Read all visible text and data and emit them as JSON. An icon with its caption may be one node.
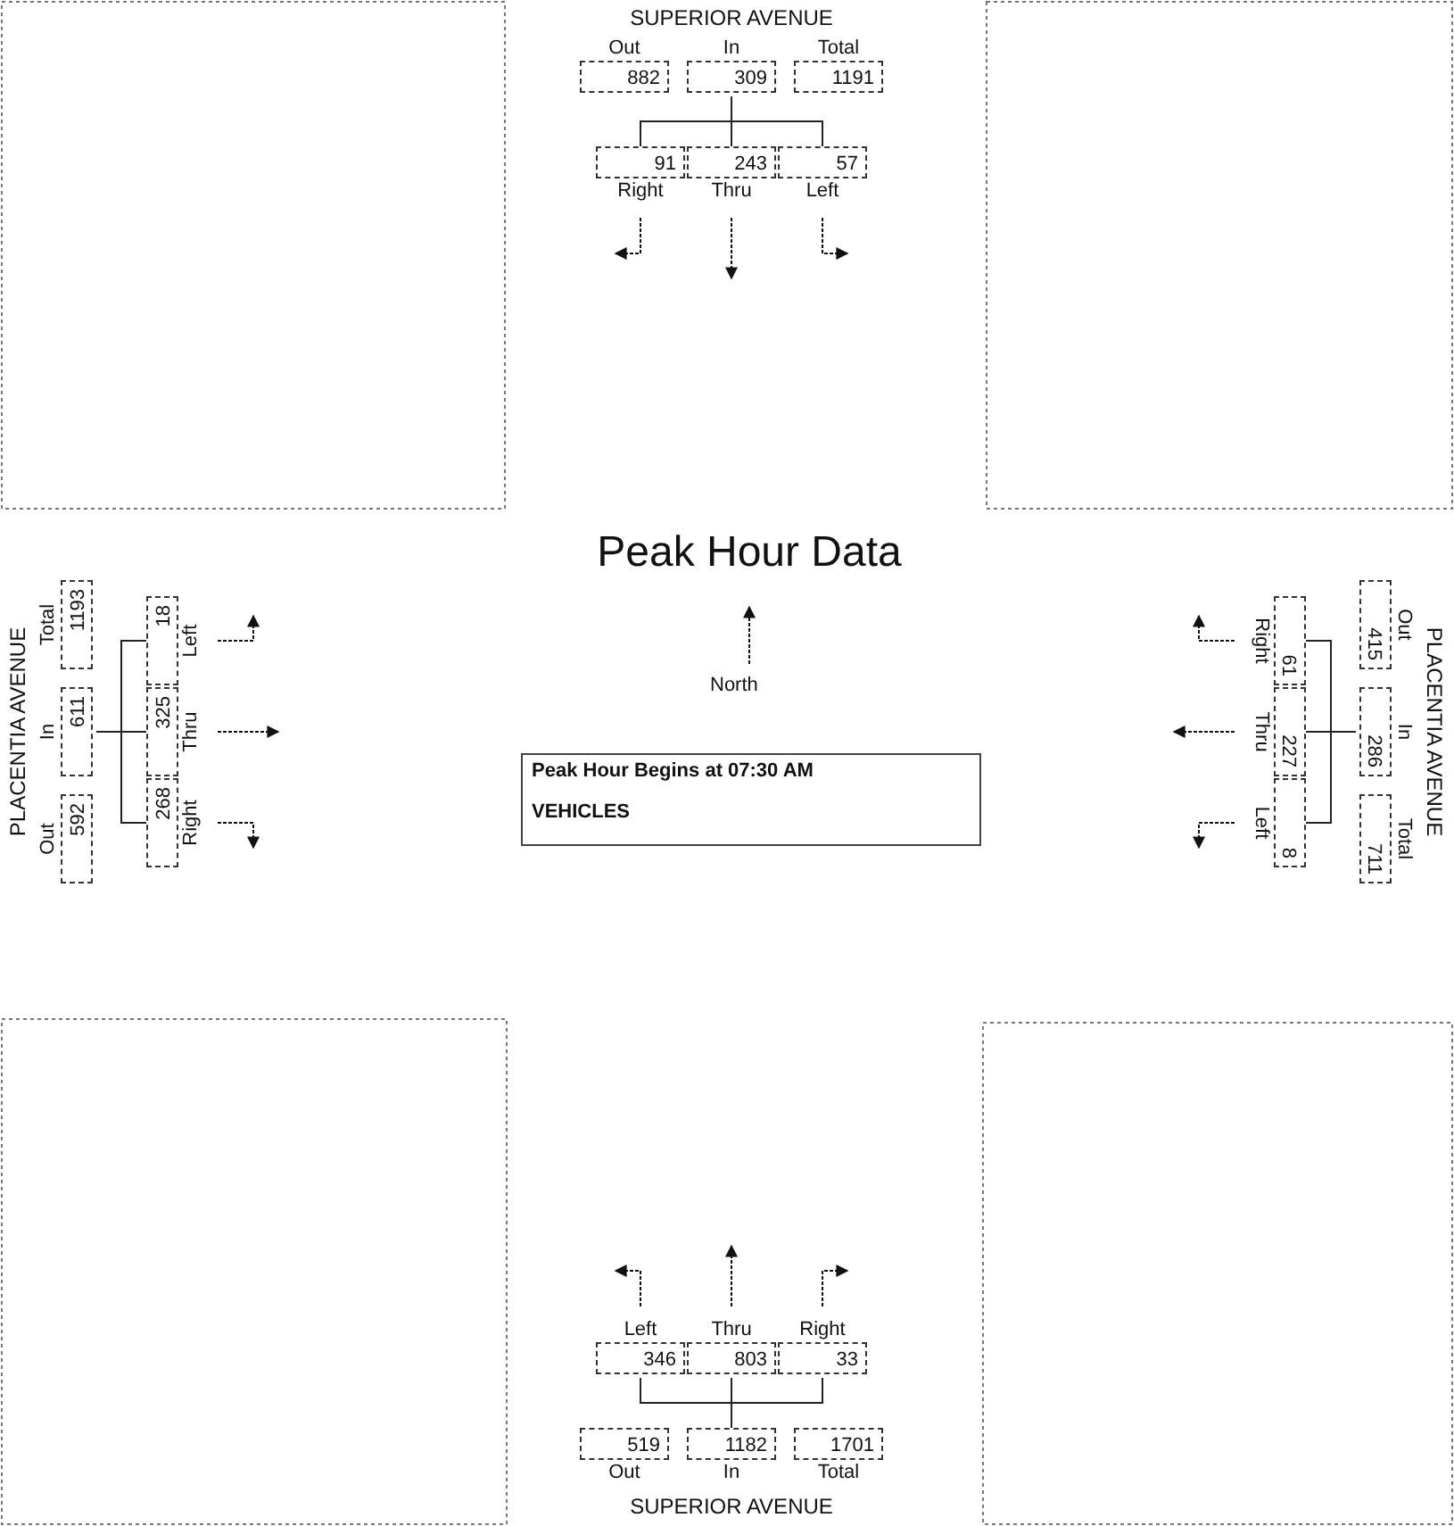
{
  "diagram": {
    "title": "Peak Hour Data",
    "nodes": [
      {
        "text": [
          "Out",
          "882"
        ]
      },
      {
        "text": [
          "In",
          "309"
        ]
      },
      {
        "text": [
          "Total",
          "1191"
        ]
      },
      {
        "text": [
          "91",
          "Right"
        ]
      },
      {
        "text": [
          "243",
          "Thru"
        ]
      },
      {
        "text": [
          "57",
          "Left"
        ]
      },
      {
        "text": [
          "Out",
          "592"
        ]
      },
      {
        "text": [
          "In",
          "611"
        ]
      },
      {
        "text": [
          "Total",
          "1193"
        ]
      },
      {
        "text": [
          "268",
          "Right"
        ]
      },
      {
        "text": [
          "325",
          "Thru"
        ]
      },
      {
        "text": [
          "18",
          "Left"
        ]
      },
      {
        "text": [
          "Peak Hour Begins at 07:30 AM",
          "VEHICLES"
        ]
      },
      {
        "text": [
          "Out",
          "415"
        ]
      },
      {
        "text": [
          "In",
          "286"
        ]
      },
      {
        "text": [
          "Total",
          "711"
        ]
      },
      {
        "text": [
          "61",
          "Right"
        ]
      },
      {
        "text": [
          "227",
          "Thru"
        ]
      },
      {
        "text": [
          "8",
          "Left"
        ]
      },
      {
        "text": [
          "519",
          "Out"
        ]
      },
      {
        "text": [
          "1182",
          "In"
        ]
      },
      {
        "text": [
          "1701",
          "Total"
        ]
      },
      {
        "text": [
          "Left",
          "346"
        ]
      },
      {
        "text": [
          "Thru",
          "803"
        ]
      },
      {
        "text": [
          "Right",
          "33"
        ]
      }
    ],
    "edges": [
      {
        "from": 1,
        "to": 3,
        "arrow": "none"
      },
      {
        "from": 1,
        "to": 4,
        "arrow": "none"
      },
      {
        "from": 1,
        "to": 5,
        "arrow": "none"
      },
      {
        "from": 7,
        "to": 9,
        "arrow": "none"
      },
      {
        "from": 7,
        "to": 10,
        "arrow": "none"
      },
      {
        "from": 7,
        "to": 11,
        "arrow": "none"
      },
      {
        "from": 14,
        "to": 16,
        "arrow": "none"
      },
      {
        "from": 14,
        "to": 17,
        "arrow": "none"
      },
      {
        "from": 14,
        "to": 18,
        "arrow": "none"
      },
      {
        "from": 20,
        "to": 22,
        "arrow": "none"
      },
      {
        "from": 20,
        "to": 23,
        "arrow": "none"
      },
      {
        "from": 20,
        "to": 24,
        "arrow": "none"
      }
    ],
    "labels": [
      "SUPERIOR AVENUE",
      "PLACENTIA AVENUE",
      "North",
      "PLACENTIA AVENUE",
      "SUPERIOR AVENUE"
    ]
  }
}
